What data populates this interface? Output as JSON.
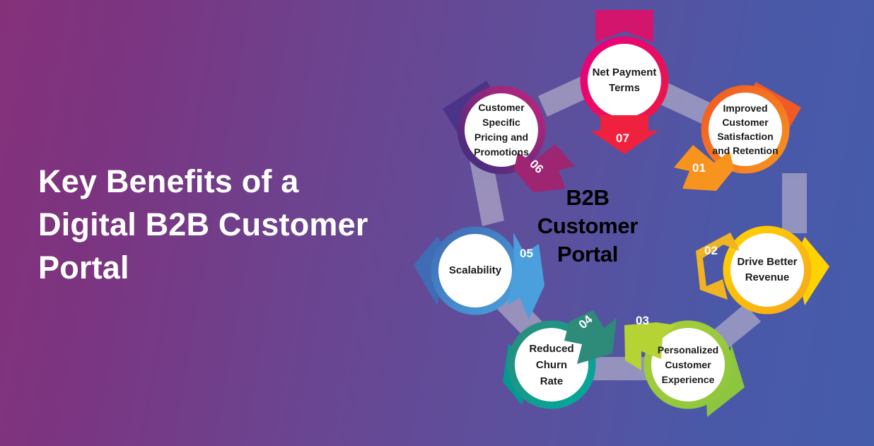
{
  "title": {
    "lines": [
      "Key Benefits of a",
      "Digital B2B Customer",
      "Portal"
    ],
    "color": "#ffffff"
  },
  "background": {
    "from": "#85317a",
    "mid": "#664790",
    "to": "#455cab"
  },
  "center": {
    "label_lines": [
      "B2B",
      "Customer",
      "Portal"
    ],
    "fill": "#ffffff",
    "text_color": "#000000"
  },
  "connector_color": "#aeaac8",
  "nodes": [
    {
      "number": "01",
      "label_lines": [
        "Improved",
        "Customer",
        "Satisfaction",
        "and Retention"
      ],
      "ring_from": "#f15a24",
      "ring_to": "#f7931e",
      "arrow_color": "#f7941e",
      "wedge_color": "#f15a24"
    },
    {
      "number": "02",
      "label_lines": [
        "Drive Better",
        "Revenue"
      ],
      "ring_from": "#ffd200",
      "ring_to": "#f7a81b",
      "arrow_color": "#f0b323",
      "wedge_color": "#ffd200"
    },
    {
      "number": "03",
      "label_lines": [
        "Personalized",
        "Customer",
        "Experience"
      ],
      "ring_from": "#a7ce39",
      "ring_to": "#8cc63e",
      "arrow_color": "#b5d334",
      "wedge_color": "#8cc63e"
    },
    {
      "number": "04",
      "label_lines": [
        "Reduced",
        "Churn",
        "Rate"
      ],
      "ring_from": "#2e8b7a",
      "ring_to": "#00a99d",
      "arrow_color": "#2e8b7a",
      "wedge_color": "#009a92"
    },
    {
      "number": "05",
      "label_lines": [
        "Scalability"
      ],
      "ring_from": "#3f6cb5",
      "ring_to": "#4a9fdc",
      "arrow_color": "#4a9fdc",
      "wedge_color": "#3f6cb5"
    },
    {
      "number": "06",
      "label_lines": [
        "Customer",
        "Specific",
        "Pricing and",
        "Promotions"
      ],
      "ring_from": "#3a2f7d",
      "ring_to": "#c2247c",
      "arrow_color": "#9e2572",
      "wedge_color": "#4a3489"
    },
    {
      "number": "07",
      "label_lines": [
        "Net Payment",
        "Terms"
      ],
      "ring_from": "#e6007e",
      "ring_to": "#ed1846",
      "arrow_color": "#f0213f",
      "wedge_color": "#d4156d"
    }
  ]
}
